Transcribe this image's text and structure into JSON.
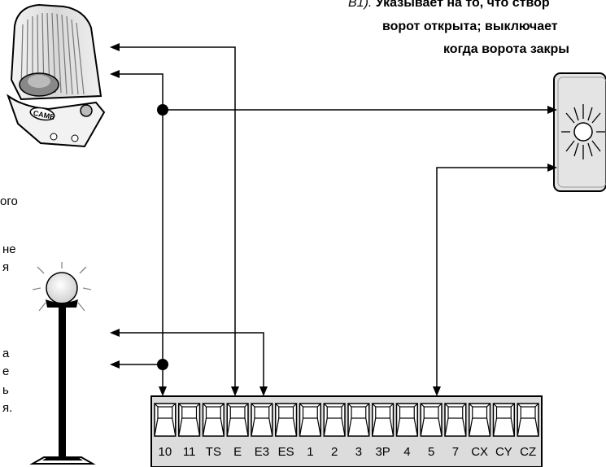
{
  "top_note": {
    "line1_prefix": "B1).",
    "line1_text": " Указывает на то, что створ",
    "line2": "ворот открыта; выключает",
    "line3": "когда ворота закры"
  },
  "left_note_fragments": [
    "ого",
    "не",
    "я",
    "а",
    "е",
    "ь",
    "я."
  ],
  "terminal_labels": [
    "10",
    "11",
    "TS",
    "E",
    "E3",
    "ES",
    "1",
    "2",
    "3",
    "3P",
    "4",
    "5",
    "7",
    "CX",
    "CY",
    "CZ"
  ],
  "lamp_brand": "CAME",
  "icons": {
    "flashing_lamp": "flashing-lamp-icon",
    "cycle_lamp": "cycle-lamp-icon",
    "indicator_lamp": "gate-open-indicator-icon"
  }
}
